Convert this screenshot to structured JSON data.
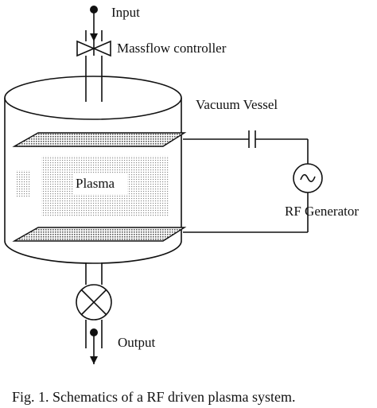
{
  "labels": {
    "input": "Input",
    "massflow": "Massflow controller",
    "vacuum_vessel": "Vacuum Vessel",
    "plasma": "Plasma",
    "rf_generator": "RF Generator",
    "output": "Output"
  },
  "caption": "Fig. 1. Schematics of a RF driven plasma system.",
  "colors": {
    "line": "#111111",
    "plate_fill": "#9a9a9a",
    "plasma_dots": "#8a8a8a"
  }
}
